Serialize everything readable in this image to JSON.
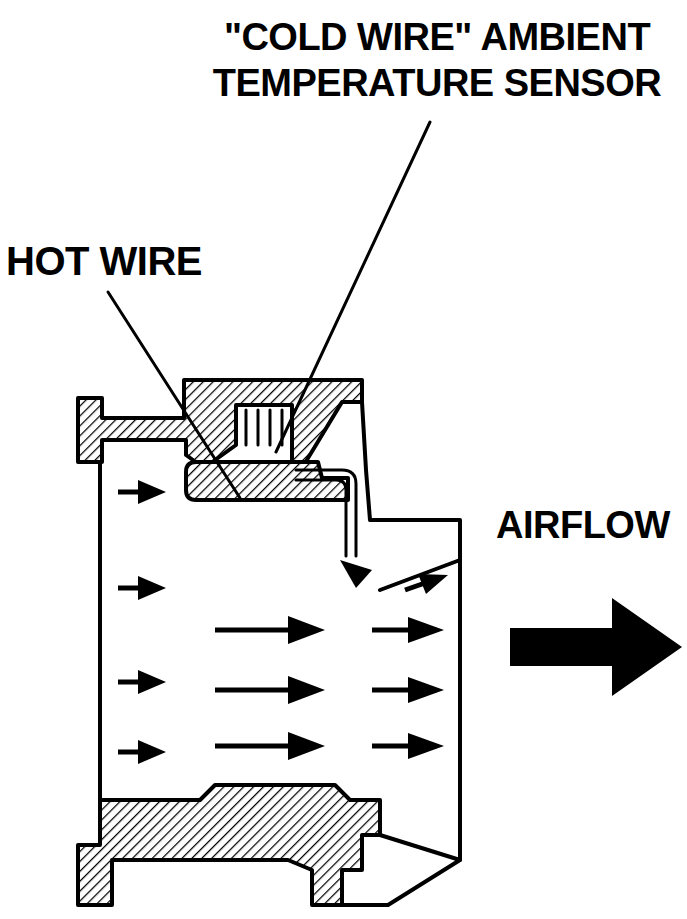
{
  "diagram": {
    "labels": [
      "\"COLD WIRE\" AMBIENT TEMPERATURE SENSOR",
      "HOT WIRE",
      "AIRFLOW"
    ]
  }
}
